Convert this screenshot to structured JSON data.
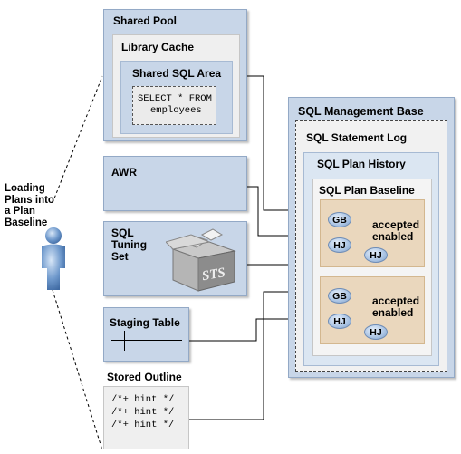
{
  "side_label": {
    "lines": [
      "Loading",
      "Plans into",
      "a Plan",
      "Baseline"
    ]
  },
  "shared_pool": {
    "title": "Shared Pool",
    "library_cache": "Library Cache",
    "shared_sql_area": "Shared SQL Area",
    "statement_line1": "SELECT * FROM",
    "statement_line2": "employees"
  },
  "awr": {
    "title": "AWR"
  },
  "sts": {
    "title_lines": [
      "SQL",
      "Tuning",
      "Set"
    ],
    "box_label": "STS"
  },
  "staging": {
    "title": "Staging Table"
  },
  "stored_outline": {
    "title": "Stored Outline",
    "hints": [
      "/*+ hint */",
      "/*+ hint */",
      "/*+ hint */"
    ]
  },
  "smb": {
    "title": "SQL Management Base",
    "statement_log": "SQL Statement Log",
    "plan_history": "SQL Plan History",
    "plan_baseline": "SQL Plan Baseline",
    "plans": [
      {
        "nodes": [
          "GB",
          "HJ",
          "HJ"
        ],
        "status_lines": [
          "accepted",
          "enabled"
        ]
      },
      {
        "nodes": [
          "GB",
          "HJ",
          "HJ"
        ],
        "status_lines": [
          "accepted",
          "enabled"
        ]
      }
    ]
  }
}
